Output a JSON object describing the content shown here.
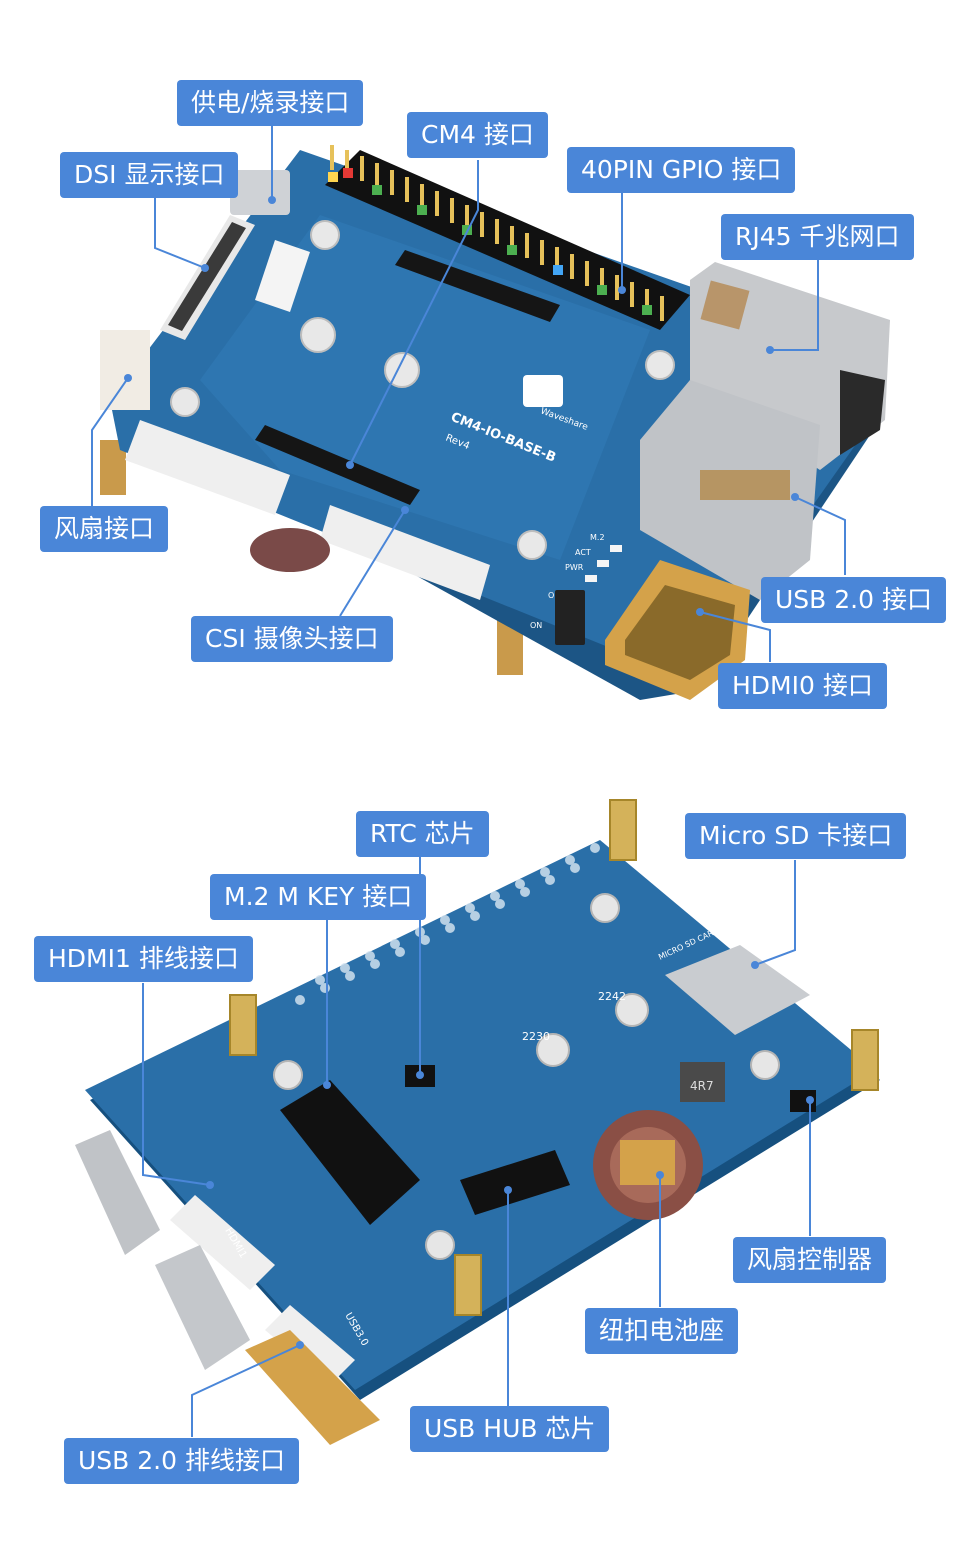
{
  "top_labels": {
    "power": "供电/烧录接口",
    "cm4": "CM4 接口",
    "dsi": "DSI 显示接口",
    "gpio": "40PIN GPIO 接口",
    "rj45": "RJ45 千兆网口",
    "fan": "风扇接口",
    "usb20": "USB 2.0 接口",
    "csi": "CSI 摄像头接口",
    "hdmi0": "HDMI0 接口"
  },
  "bottom_labels": {
    "rtc": "RTC 芯片",
    "microsd": "Micro SD 卡接口",
    "m2": "M.2 M KEY 接口",
    "hdmi1": "HDMI1 排线接口",
    "fan_ctrl": "风扇控制器",
    "coin_cell": "纽扣电池座",
    "usb_hub": "USB HUB 芯片",
    "usb20_fpc": "USB 2.0 排线接口"
  },
  "board_silkscreen": {
    "brand": "Waveshare",
    "model": "CM4-IO-BASE-B",
    "rev": "Rev4",
    "m2_led": "M.2",
    "act_led": "ACT",
    "pwr_led": "PWR",
    "off": "OFF",
    "on": "ON",
    "hdmi1": "HDMI1",
    "usb_fpc": "USB3.0",
    "micro_sd": "MICRO SD CARD",
    "m2_size_1": "2230",
    "m2_size_2": "2242",
    "inductor": "4R7"
  },
  "colors": {
    "pcb": "#1f5c8f",
    "pcb_light": "#2a6fa8",
    "label_bg": "#4a86d8",
    "gold": "#d4a24a"
  }
}
